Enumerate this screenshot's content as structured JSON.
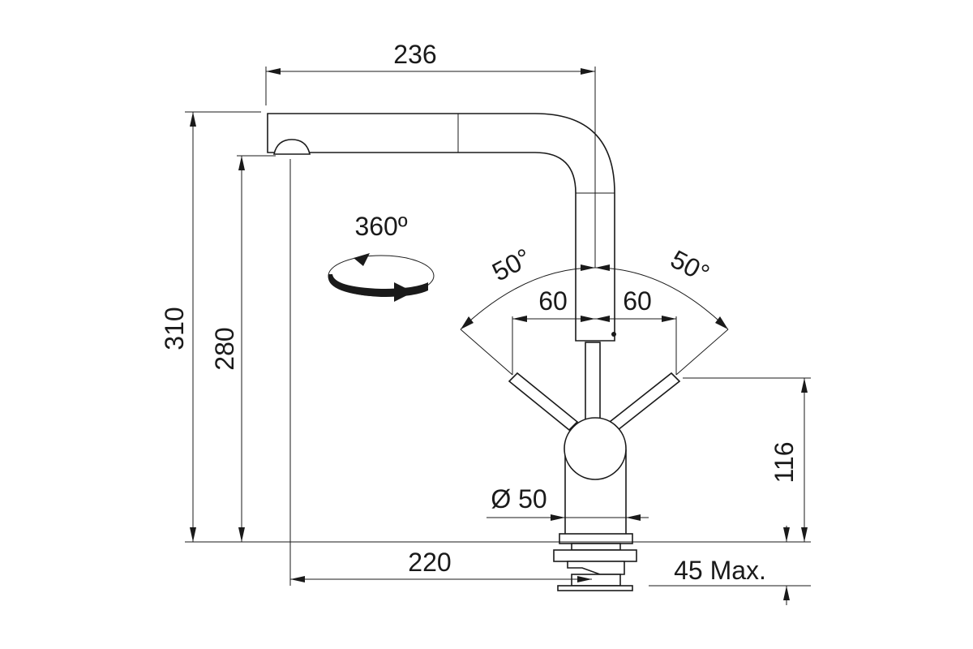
{
  "dimensions": {
    "spout_reach_top": "236",
    "total_height": "310",
    "spout_height": "280",
    "spout_reach_bottom": "220",
    "handle_height": "116",
    "deck_thickness": "45 Max.",
    "base_diameter": "Ø 50",
    "rotation": "360º",
    "lever_angle_left": "50°",
    "lever_angle_right": "50°",
    "lever_offset_left": "60",
    "lever_offset_right": "60"
  }
}
